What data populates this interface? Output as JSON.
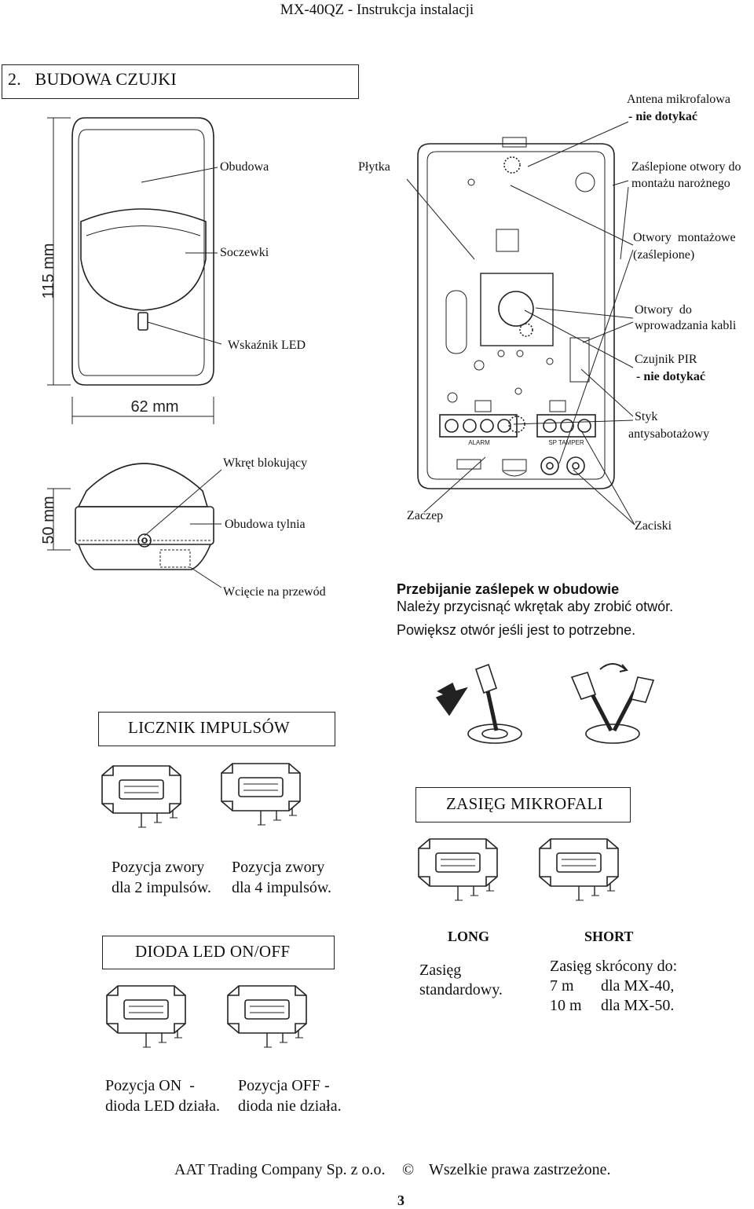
{
  "header": "MX-40QZ - Instrukcja instalacji",
  "section_title": "2.   BUDOWA CZUJKI",
  "dimensions": {
    "height": "115 mm",
    "width": "62 mm",
    "depth": "50 mm"
  },
  "labels": {
    "obudowa": "Obudowa",
    "soczewki": "Soczewki",
    "wskaznik_led": "Wskaźnik LED",
    "wkret": "Wkręt blokujący",
    "obudowa_tylnia": "Obudowa tylnia",
    "wciecie": "Wcięcie na przewód",
    "plytka": "Płytka",
    "zaczep": "Zaczep",
    "antena_1": "Antena mikrofalowa",
    "antena_2": "- nie dotykać",
    "zaslepione_1": "Zaślepione otwory do",
    "zaslepione_2": "montażu narożnego",
    "otwory_mont_1": "Otwory  montażowe",
    "otwory_mont_2": "(zaślepione)",
    "otwory_kabli_1": "Otwory  do",
    "otwory_kabli_2": "wprowadzania kabli",
    "pir_1": "Czujnik PIR",
    "pir_2": "- nie dotykać",
    "styk_1": "Styk",
    "styk_2": "antysabotażowy",
    "zaciski": "Zaciski",
    "alarm": "ALARM",
    "tamper": "SP TAMPER"
  },
  "knockout": {
    "title": "Przebijanie zaślepek w obudowie",
    "line1": "Należy przycisnąć wkrętak aby zrobić otwór.",
    "line2": "Powiększ otwór jeśli jest to potrzebne."
  },
  "pulse": {
    "title": "LICZNIK IMPULSÓW",
    "opt1_line1": "Pozycja zwory",
    "opt1_line2": "dla 2 impulsów.",
    "opt2_line1": "Pozycja zwory",
    "opt2_line2": "dla 4 impulsów."
  },
  "range": {
    "title": "ZASIĘG MIKROFALI",
    "long": "LONG",
    "short": "SHORT",
    "long_desc_1": "Zasięg",
    "long_desc_2": "standardowy.",
    "short_desc_1": "Zasięg skrócony do:",
    "short_desc_2a": "7 m",
    "short_desc_2b": "dla MX-40,",
    "short_desc_3a": "10 m",
    "short_desc_3b": "dla MX-50."
  },
  "led": {
    "title": "DIODA LED ON/OFF",
    "on_1": "Pozycja ON  -",
    "on_2": "dioda LED działa.",
    "off_1": "Pozycja OFF -",
    "off_2": "dioda nie działa."
  },
  "footer": {
    "company": "AAT Trading Company Sp. z o.o.",
    "copyright": "©",
    "rights": "Wszelkie prawa zastrzeżone.",
    "page": "3"
  }
}
